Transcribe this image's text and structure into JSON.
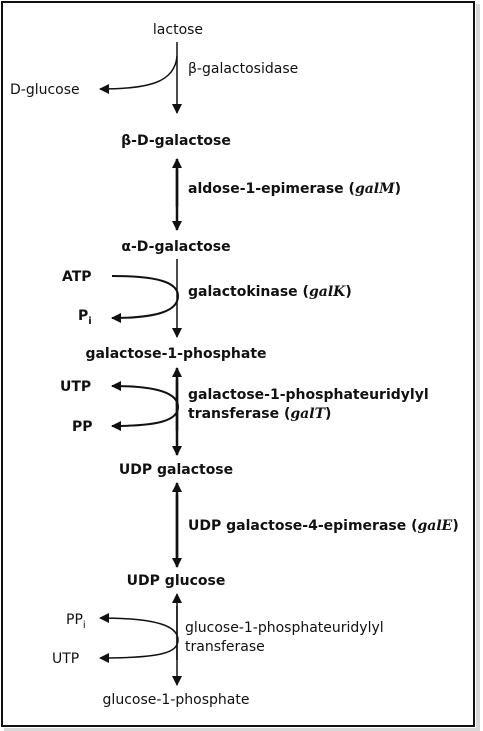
{
  "compounds": {
    "lactose": "lactose",
    "beta_d_galactose": "β-D-galactose",
    "alpha_d_galactose": "α-D-galactose",
    "galactose_1_phosphate": "galactose-1-phosphate",
    "udp_galactose": "UDP galactose",
    "udp_glucose": "UDP glucose",
    "glucose_1_phosphate": "glucose-1-phosphate"
  },
  "side_products": {
    "d_glucose": "D-glucose",
    "atp": "ATP",
    "pi": "P",
    "pi_sub": "i",
    "utp_1": "UTP",
    "pp": "PP",
    "ppi": "PP",
    "ppi_sub": "i",
    "utp_2": "UTP"
  },
  "enzymes": {
    "beta_galactosidase": "β-galactosidase",
    "aldose_epimerase": "aldose-1-epimerase (",
    "aldose_epimerase_gene": "galM",
    "galactokinase": "galactokinase (",
    "galactokinase_gene": "galK",
    "gal_uridylyl_line1": "galactose-1-phosphateuridylyl",
    "gal_uridylyl_line2": "transferase (",
    "gal_uridylyl_gene": "galT",
    "udp_epimerase": "UDP galactose-4-epimerase (",
    "udp_epimerase_gene": "galE",
    "glc_uridylyl_line1": "glucose-1-phosphateuridylyl",
    "glc_uridylyl_line2": "transferase"
  },
  "paren_close": ")"
}
